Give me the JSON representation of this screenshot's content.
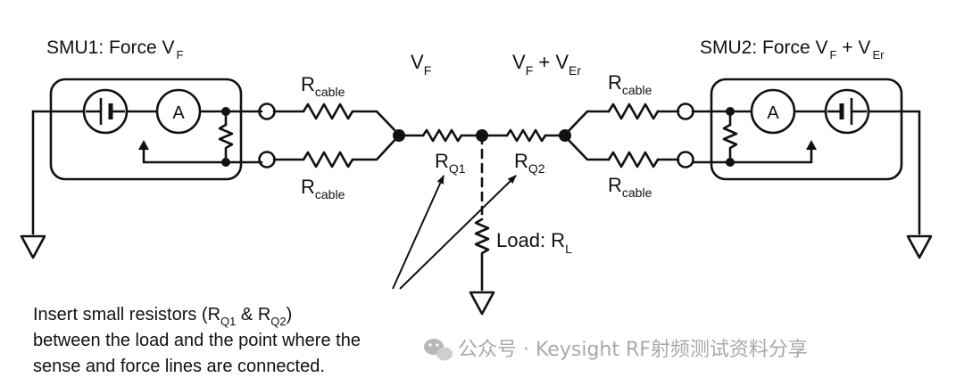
{
  "smu1": {
    "title_prefix": "SMU1: Force V",
    "title_sub": "F",
    "ammeter": "A"
  },
  "smu2": {
    "title_prefix": "SMU2: Force V",
    "title_sub1": "F",
    "title_mid": " + V",
    "title_sub2": "Er",
    "ammeter": "A"
  },
  "labels": {
    "r_cable": "R",
    "r_cable_sub": "cable",
    "vf": "V",
    "vf_sub": "F",
    "vf_er_a": "V",
    "vf_er_a_sub": "F",
    "vf_er_plus": " + V",
    "vf_er_b_sub": "Er",
    "rq1": "R",
    "rq1_sub": "Q1",
    "rq2": "R",
    "rq2_sub": "Q2",
    "load": "Load: R",
    "load_sub": "L"
  },
  "note": {
    "line1_a": "Insert small resistors (R",
    "line1_sub1": "Q1",
    "line1_b": " & R",
    "line1_sub2": "Q2",
    "line1_c": ")",
    "line2": "between the load and the point where the",
    "line3": "sense and force lines are connected."
  },
  "watermark": {
    "text": "公众号 · Keysight RF射频测试资料分享"
  }
}
